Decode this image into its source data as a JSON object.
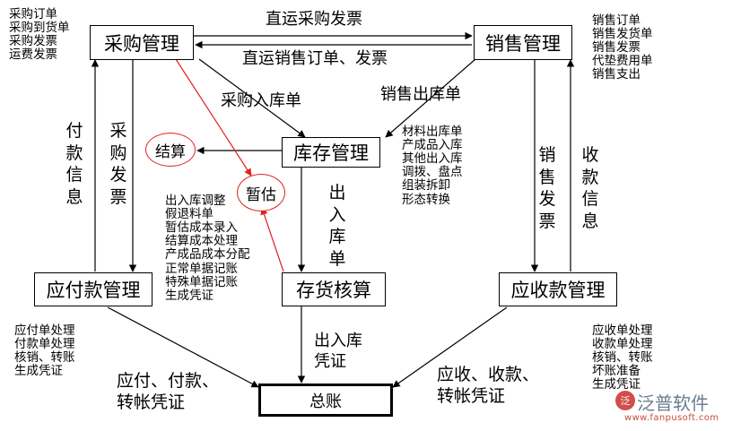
{
  "nodes": {
    "purchase": "采购管理",
    "sales": "销售管理",
    "inventory": "库存管理",
    "settle": "结算",
    "estimate": "暂估",
    "payable": "应付款管理",
    "costing": "存货核算",
    "receivable": "应收款管理",
    "ledger": "总账"
  },
  "flows": {
    "direct_purchase_invoice": "直运采购发票",
    "direct_sales_order_invoice": "直运销售订单、发票",
    "purchase_receipt": "采购入库单",
    "sales_issue": "销售出库单",
    "payment_info": "付款信息",
    "purchase_invoice": "采购发票",
    "sales_invoice": "销售发票",
    "receipt_info": "收款信息",
    "in_out_docs": "出入库单",
    "in_out_voucher": [
      "出入库",
      "凭证"
    ],
    "payable_voucher": [
      "应付、付款、",
      "转帐凭证"
    ],
    "receivable_voucher": [
      "应收、收款、",
      "转帐凭证"
    ]
  },
  "lists": {
    "purchase_docs": [
      "采购订单",
      "采购到货单",
      "采购发票",
      "运费发票"
    ],
    "sales_docs": [
      "销售订单",
      "销售发货单",
      "销售发票",
      "代垫费用单",
      "销售支出"
    ],
    "inventory_docs": [
      "材料出库单",
      "产成品入库",
      "其他出入库",
      "调拨、盘点",
      "组装拆卸",
      "形态转换"
    ],
    "costing_docs": [
      "出入库调整",
      "假退料单",
      "暂估成本录入",
      "结算成本处理",
      "产成品成本分配",
      "正常单据记账",
      "特殊单据记账",
      "生成凭证"
    ],
    "payable_docs": [
      "应付单处理",
      "付款单处理",
      "核销、转账",
      "生成凭证"
    ],
    "receivable_docs": [
      "应收单处理",
      "收款单处理",
      "核销、转账",
      "坏账准备",
      "生成凭证"
    ]
  },
  "logo": {
    "name": "泛普软件",
    "url": "www.fanpusoft.com",
    "mark": "泛"
  },
  "colors": {
    "line": "#000000",
    "estimate_line": "#e02020"
  }
}
